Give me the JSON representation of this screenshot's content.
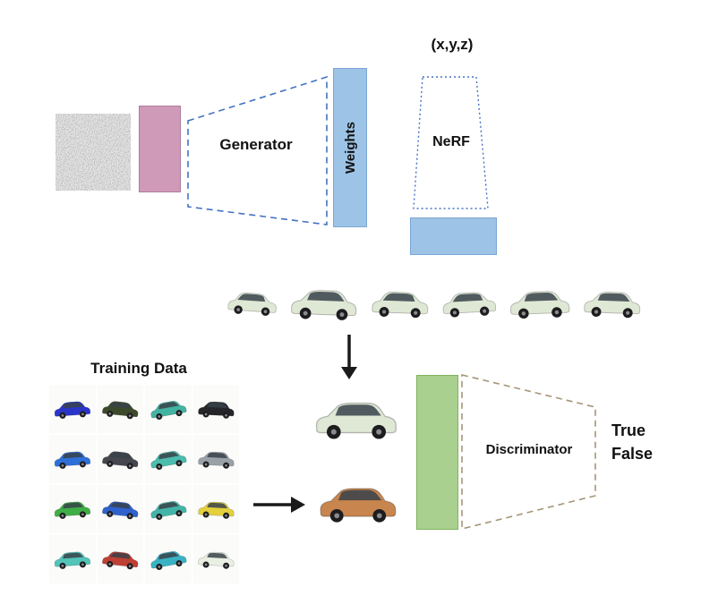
{
  "labels": {
    "generator": "Generator",
    "weights": "Weights",
    "coords": "(x,y,z)",
    "nerf": "NeRF",
    "training_data": "Training Data",
    "discriminator": "Discriminator",
    "true_text": "True",
    "false_text": "False"
  },
  "colors": {
    "latent_pink": "#cf9ab8",
    "weights_blue": "#9dc3e6",
    "nerf_output_blue": "#9dc3e6",
    "generator_border": "#4472c4",
    "nerf_border": "#4472c4",
    "discriminator_green": "#a9d08e",
    "discriminator_border": "#a69478",
    "arrow_black": "#1a1a1a"
  },
  "rendered_views": {
    "color": "#dfe8d5",
    "items": [
      {
        "w": 64,
        "flip": true,
        "rotate": -4
      },
      {
        "w": 86,
        "flip": false,
        "rotate": 2
      },
      {
        "w": 74,
        "flip": true,
        "rotate": -2
      },
      {
        "w": 70,
        "flip": true,
        "rotate": 3
      },
      {
        "w": 78,
        "flip": false,
        "rotate": -2
      },
      {
        "w": 74,
        "flip": false,
        "rotate": 2
      }
    ]
  },
  "training_grid": {
    "rows": 4,
    "cols": 4,
    "colors": [
      "#2a35c8",
      "#3c4a2a",
      "#43b3a2",
      "#26262a",
      "#2f6fd8",
      "#45464e",
      "#4bbcae",
      "#9aa2a8",
      "#3fae46",
      "#2f62cc",
      "#43b5a8",
      "#e3d03c",
      "#52c4b8",
      "#bf4034",
      "#3ab2c4",
      "#e9efe2"
    ]
  },
  "generated_samples": {
    "real_like_color": "#dfe8d5",
    "fake_color": "#c8854e"
  }
}
